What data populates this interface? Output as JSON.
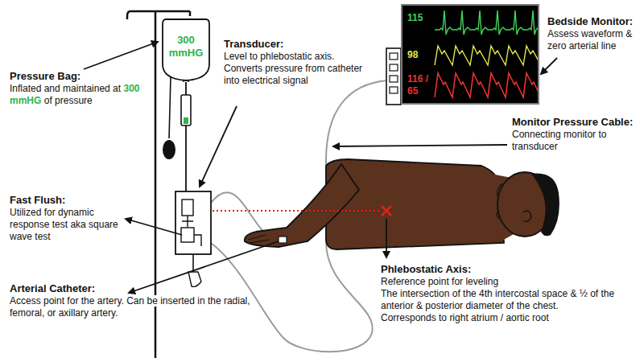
{
  "diagram": {
    "nodes": [
      {
        "text": [
          "300 mmHG"
        ]
      },
      {
        "text": [
          "115",
          "98",
          "116 / 65"
        ]
      }
    ],
    "labels": [
      "Pressure Bag:",
      "Inflated and maintained at",
      "300 mmHG",
      "of pressure",
      "Transducer:",
      "Level to phlebostatic axis. Converts pressure from catheter into electrical signal",
      "Bedside Monitor:",
      "Assess waveform & zero arterial line",
      "Monitor Pressure Cable:",
      "Connecting monitor to transducer",
      "Fast Flush:",
      "Utilized for dynamic response test aka square wave test",
      "Arterial Catheter:",
      "Access point for the artery. Can be inserted in the radial, femoral, or axillary artery.",
      "Phlebostatic Axis:",
      "Reference point for leveling",
      "The intersection of the 4th intercostal space & ½ of the anterior & posterior diameter of the chest.",
      "Corresponds to right atrium / aortic root"
    ]
  }
}
